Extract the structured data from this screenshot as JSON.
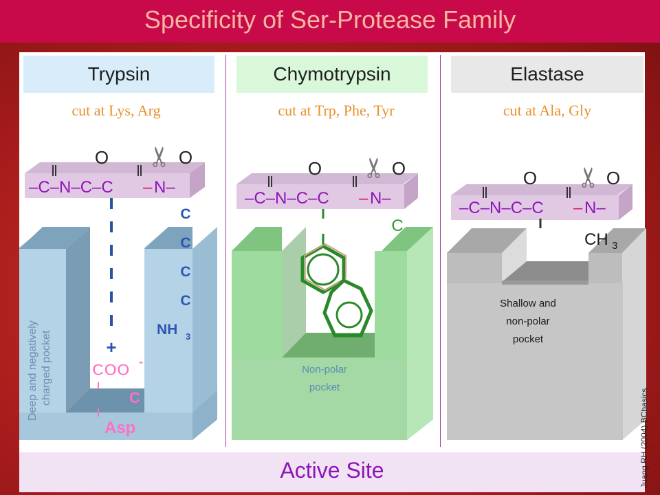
{
  "title": "Specificity of Ser-Protease Family",
  "columns": [
    {
      "name": "Trypsin",
      "cut": "cut at Lys, Arg",
      "pocket": "Deep and negatively charged pocket",
      "pocket_lines": [
        "Deep and negatively",
        "charged pocket"
      ],
      "sidechain": [
        "C",
        "C",
        "C",
        "C"
      ],
      "nh3": "NH",
      "nh3_sub": "3",
      "plus": "+",
      "coo": "COO",
      "coo_minus": "-",
      "asp_c": "C",
      "asp": "Asp"
    },
    {
      "name": "Chymotrypsin",
      "cut": "cut at Trp, Phe, Tyr",
      "pocket": "Non-polar pocket",
      "pocket_lines": [
        "Non-polar",
        "pocket"
      ],
      "sidechain": [
        "C"
      ]
    },
    {
      "name": "Elastase",
      "cut": "cut at Ala, Gly",
      "pocket": "Shallow and non-polar pocket",
      "pocket_lines": [
        "Shallow and",
        "non-polar",
        "pocket"
      ],
      "ch3": "CH",
      "ch3_sub": "3"
    }
  ],
  "backbone": {
    "left": "–C–N–C–C",
    "bond": "–",
    "right": "N–",
    "o": "O"
  },
  "scissors": "✂",
  "footer": "Active Site",
  "credit": "Juang RH (2004) BCbasics",
  "colors": {
    "title_bar": "#c80a4a",
    "title_text": "#f7b6a0",
    "cut_text": "#e8902a",
    "trypsin_head": "#d8ecfa",
    "chymo_head": "#d9f7d9",
    "elastase_head": "#e8e8e8",
    "backbone_text": "#8d15b8",
    "pink": "#ff6ec7",
    "footer_text": "#8d15b8"
  }
}
